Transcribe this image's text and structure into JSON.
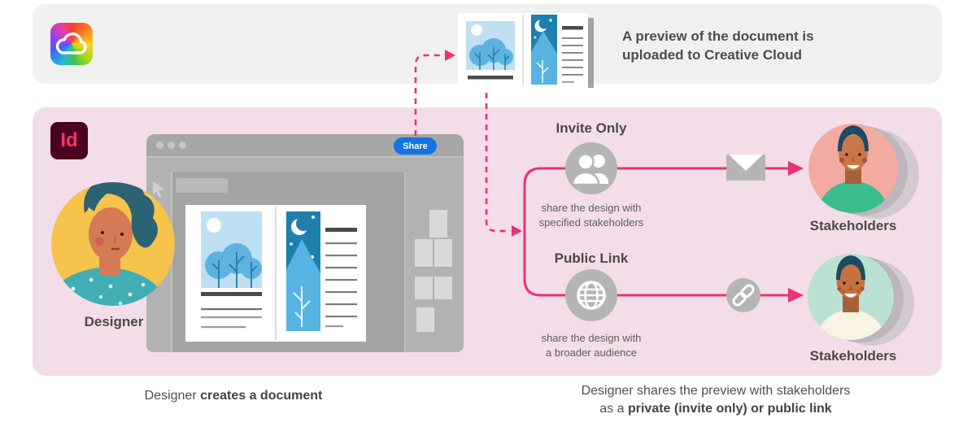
{
  "colors": {
    "accent_pink": "#e93272",
    "adobe_blue": "#1473e6",
    "band_pink": "#f2dde8",
    "band_gray": "#f0f0f1",
    "indesign_bg": "#49021f",
    "indesign_text": "#ff3366",
    "icon_gray": "#b5b5b5",
    "designer_bg": "#f6c34b",
    "stakeholder1_bg": "#f3aba1",
    "stakeholder2_bg": "#b9e2d2"
  },
  "top_banner": {
    "icon": "creative-cloud-icon",
    "caption_line1": "A preview of the document is",
    "caption_line2": "uploaded to Creative Cloud"
  },
  "workspace": {
    "app_icon_label": "Id",
    "window": {
      "share_button_label": "Share"
    },
    "designer_label": "Designer"
  },
  "flow": {
    "invite": {
      "title": "Invite Only",
      "icon": "people-icon",
      "via_icon": "envelope-icon",
      "description_line1": "share the design with",
      "description_line2": "specified stakeholders",
      "stakeholders_label": "Stakeholders"
    },
    "public_link": {
      "title": "Public Link",
      "icon": "globe-icon",
      "via_icon": "link-icon",
      "description_line1": "share the design with",
      "description_line2": "a broader audience",
      "stakeholders_label": "Stakeholders"
    }
  },
  "captions": {
    "left_prefix": "Designer ",
    "left_bold": "creates a document",
    "right_line1": "Designer shares the preview with stakeholders",
    "right_line2_prefix": "as a ",
    "right_line2_bold": "private (invite only) or public link"
  }
}
